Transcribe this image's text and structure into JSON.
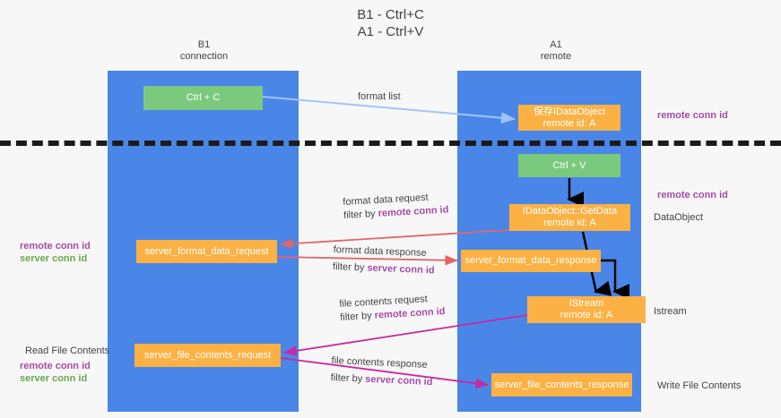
{
  "title": {
    "line1": "B1 - Ctrl+C",
    "line2": "A1 - Ctrl+V"
  },
  "lanes": [
    {
      "id": "b1",
      "name": "B1",
      "role": "connection",
      "color": "#4a86e8"
    },
    {
      "id": "a1",
      "name": "A1",
      "role": "remote",
      "color": "#4a86e8"
    }
  ],
  "boxes": {
    "ctrl_c": "Ctrl + C",
    "save_idataobject_l1": "保存IDataObject",
    "save_idataobject_l2": "remote id: A",
    "ctrl_v": "Ctrl + V",
    "getdata_l1": "IDataObject::GetData",
    "getdata_l2": "remote id: A",
    "server_format_data_request": "server_format_data_request",
    "server_format_data_response": "server_format_data_response",
    "istream_l1": "IStream",
    "istream_l2": "remote id: A",
    "server_file_contents_request": "server_file_contents_request",
    "server_file_contents_response": "server_file_contents_response"
  },
  "edges": {
    "format_list": "format list",
    "format_data_request": "format data request",
    "format_data_request_filter_prefix": "filter by ",
    "format_data_request_filter_key": "remote conn id",
    "format_data_response": "format data response",
    "format_data_response_filter_prefix": "filter by ",
    "format_data_response_filter_key": "server conn id",
    "file_contents_request": "file contents request",
    "file_contents_request_filter_prefix": "filter by ",
    "file_contents_request_filter_key": "remote conn id",
    "file_contents_response": "file contents response",
    "file_contents_response_filter_prefix": "filter by ",
    "file_contents_response_filter_key": "server conn id"
  },
  "annotations": {
    "remote_conn_id_top": "remote conn id",
    "remote_conn_id_mid": "remote conn id",
    "dataobject": "DataObject",
    "istream": "Istream",
    "write_file_contents": "Write File Contents",
    "read_file_contents": "Read File Contents",
    "left_remote_conn_id_1": "remote conn id",
    "left_server_conn_id_1": "server conn id",
    "left_remote_conn_id_2": "remote conn id",
    "left_server_conn_id_2": "server conn id"
  },
  "colors": {
    "lane": "#4a86e8",
    "green_box": "#7bc97f",
    "orange_box": "#fbb144",
    "purple_text": "#a64ca6",
    "green_text": "#6aa84f",
    "arrow_blue": "#9fc5f8",
    "arrow_red": "#e06666",
    "arrow_magenta": "#c828a0",
    "arrow_black": "#000000",
    "background": "#f7f7f7"
  }
}
